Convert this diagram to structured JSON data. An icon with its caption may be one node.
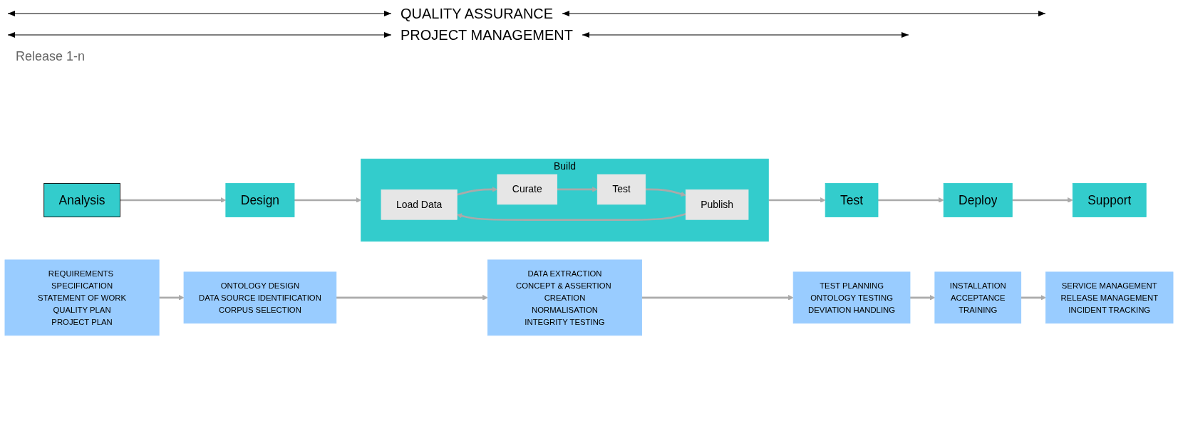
{
  "diagram": {
    "nodes": [
      {
        "text": [
          "Analysis"
        ]
      },
      {
        "text": [
          "Design"
        ]
      },
      {
        "text": [
          "Build"
        ]
      },
      {
        "text": [
          "Load Data"
        ],
        "in": 2
      },
      {
        "text": [
          "Curate"
        ],
        "in": 2
      },
      {
        "text": [
          "Test"
        ],
        "in": 2
      },
      {
        "text": [
          "Publish"
        ],
        "in": 2
      },
      {
        "text": [
          "Test"
        ]
      },
      {
        "text": [
          "Deploy"
        ]
      },
      {
        "text": [
          "Support"
        ]
      },
      {
        "text": [
          "REQUIREMENTS SPECIFICATION",
          "STATEMENT OF WORK",
          "QUALITY PLAN",
          "PROJECT PLAN"
        ]
      },
      {
        "text": [
          "ONTOLOGY DESIGN",
          "DATA SOURCE IDENTIFICATION",
          "CORPUS SELECTION"
        ]
      },
      {
        "text": [
          "DATA EXTRACTION",
          "CONCEPT & ASSERTION CREATION",
          "NORMALISATION",
          "INTEGRITY TESTING"
        ]
      },
      {
        "text": [
          "TEST PLANNING",
          "ONTOLOGY TESTING",
          "DEVIATION HANDLING"
        ]
      },
      {
        "text": [
          "INSTALLATION",
          "ACCEPTANCE",
          "TRAINING"
        ]
      },
      {
        "text": [
          "SERVICE MANAGEMENT",
          "RELEASE MANAGEMENT",
          "INCIDENT TRACKING"
        ]
      }
    ],
    "edges": [
      {
        "from": 0,
        "to": 1,
        "arrow": "to"
      },
      {
        "from": 1,
        "to": 2,
        "arrow": "to"
      },
      {
        "from": 2,
        "to": 7,
        "arrow": "to"
      },
      {
        "from": 7,
        "to": 8,
        "arrow": "to"
      },
      {
        "from": 8,
        "to": 9,
        "arrow": "to"
      },
      {
        "from": 3,
        "to": 4,
        "arrow": "to"
      },
      {
        "from": 4,
        "to": 5,
        "arrow": "to"
      },
      {
        "from": 5,
        "to": 6,
        "arrow": "to"
      },
      {
        "from": 6,
        "to": 3,
        "arrow": "to"
      },
      {
        "from": 10,
        "to": 11,
        "arrow": "to"
      },
      {
        "from": 11,
        "to": 12,
        "arrow": "to"
      },
      {
        "from": 12,
        "to": 13,
        "arrow": "to"
      },
      {
        "from": 13,
        "to": 14,
        "arrow": "to"
      },
      {
        "from": 14,
        "to": 15,
        "arrow": "to"
      }
    ],
    "labels": [
      "QUALITY ASSURANCE",
      "PROJECT MANAGEMENT",
      "Release 1-n"
    ]
  }
}
